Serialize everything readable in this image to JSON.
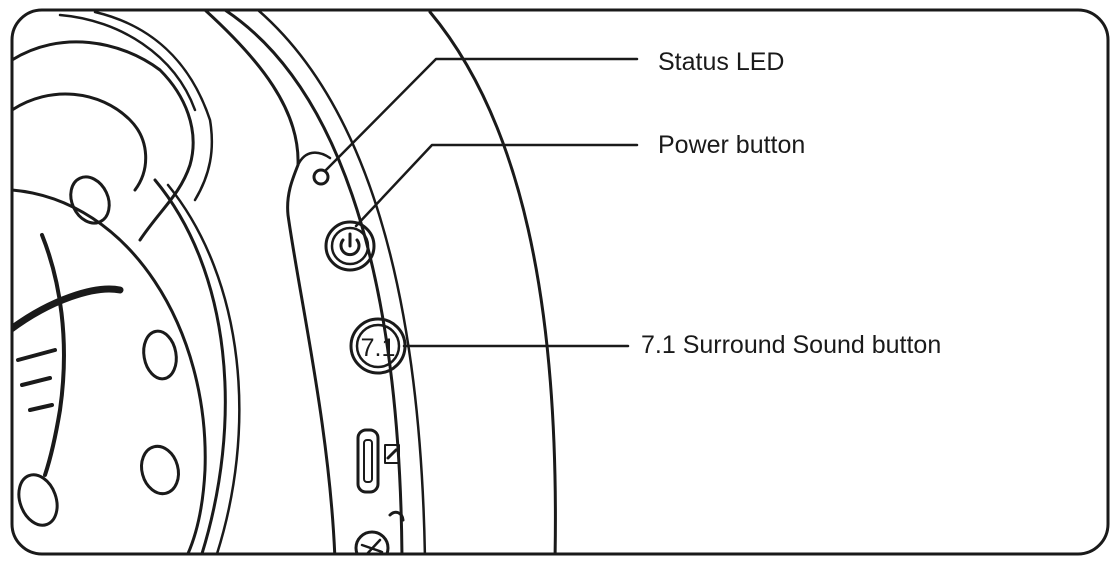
{
  "callouts": {
    "status_led": "Status LED",
    "power_button": "Power button",
    "surround_button": "7.1 Surround Sound button"
  },
  "device": {
    "surround_button_text": "7.1"
  },
  "colors": {
    "line": "#1a1a1a",
    "background": "#ffffff"
  }
}
